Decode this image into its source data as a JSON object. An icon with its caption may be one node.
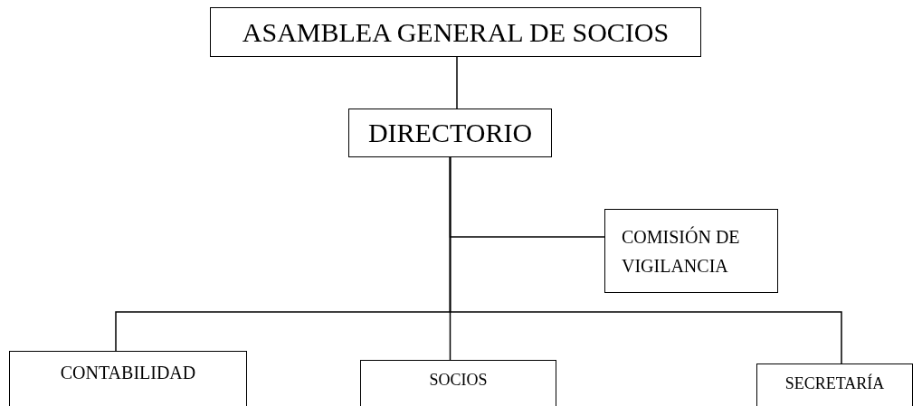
{
  "diagram": {
    "nodes": [
      {
        "text": [
          "ASAMBLEA GENERAL DE SOCIOS"
        ]
      },
      {
        "text": [
          "DIRECTORIO"
        ]
      },
      {
        "text": [
          "COMISIÓN DE VIGILANCIA"
        ]
      },
      {
        "text": [
          "CONTABILIDAD"
        ]
      },
      {
        "text": [
          "SOCIOS"
        ]
      },
      {
        "text": [
          "SECRETARÍA"
        ]
      }
    ],
    "edges": [
      {
        "from": 0,
        "to": 1,
        "arrow": "none"
      },
      {
        "from": 1,
        "to": 2,
        "arrow": "none"
      },
      {
        "from": 1,
        "to": 3,
        "arrow": "none"
      },
      {
        "from": 1,
        "to": 4,
        "arrow": "none"
      },
      {
        "from": 1,
        "to": 5,
        "arrow": "none"
      }
    ]
  }
}
